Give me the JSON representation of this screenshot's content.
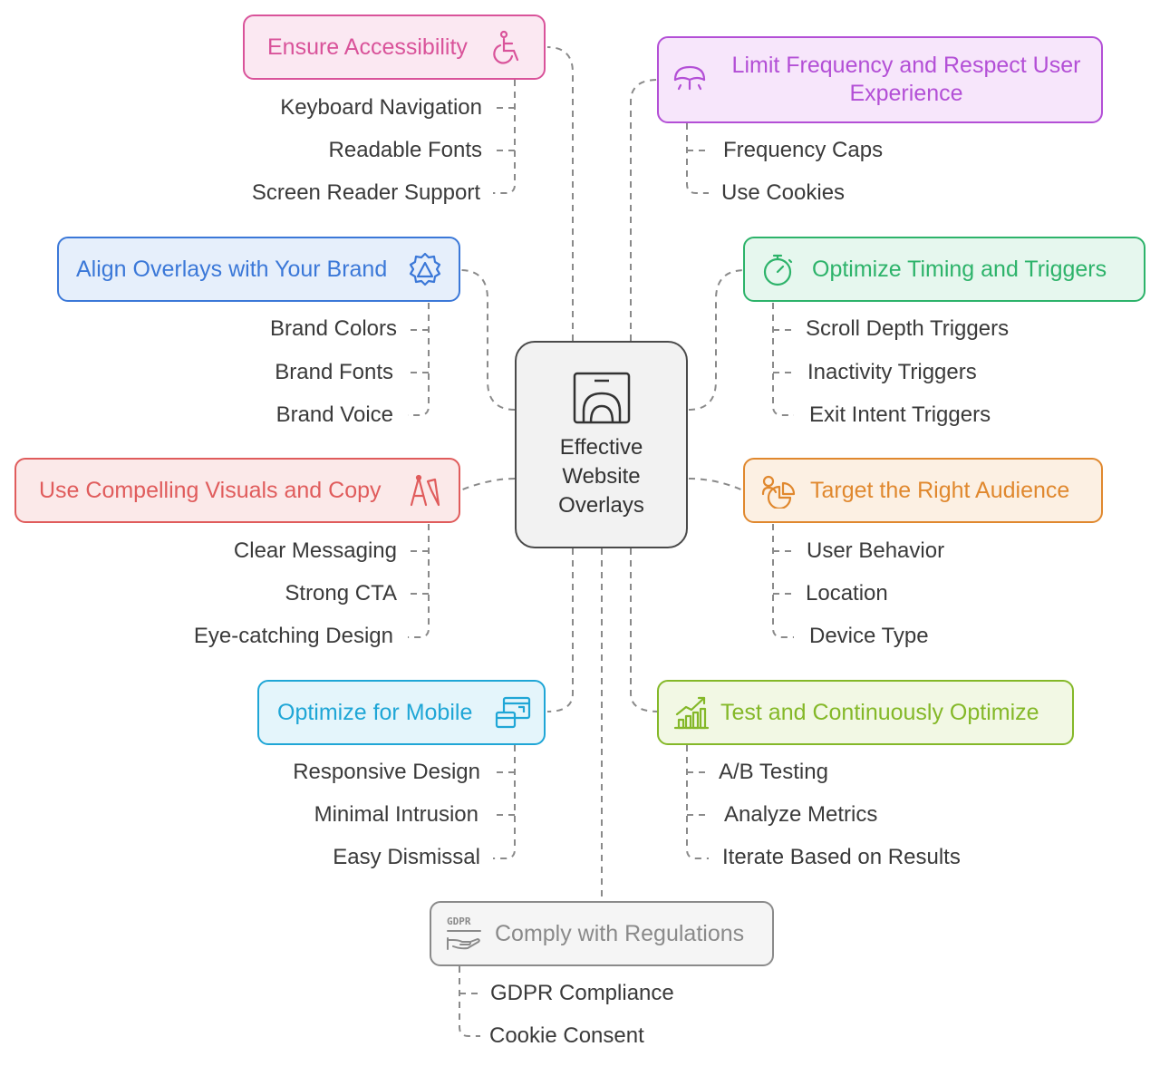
{
  "center": {
    "label_lines": [
      "Effective",
      "Website",
      "Overlays"
    ],
    "icon": "overlay-window-icon"
  },
  "branches": [
    {
      "title": "Ensure Accessibility",
      "icon": "wheelchair-icon",
      "color": "#d9539a",
      "bg": "#fbe8f2",
      "items": [
        "Keyboard Navigation",
        "Readable Fonts",
        "Screen Reader Support"
      ]
    },
    {
      "title": "Limit Frequency and Respect User Experience",
      "icon": "umbrella-icon",
      "color": "#b34fd6",
      "bg": "#f7e6fb",
      "items": [
        "Frequency Caps",
        "Use Cookies"
      ]
    },
    {
      "title": "Align Overlays with Your Brand",
      "icon": "brand-badge-icon",
      "color": "#3b78d8",
      "bg": "#e6effb",
      "items": [
        "Brand Colors",
        "Brand Fonts",
        "Brand Voice"
      ]
    },
    {
      "title": "Optimize Timing and Triggers",
      "icon": "stopwatch-icon",
      "color": "#2db36a",
      "bg": "#e6f7ee",
      "items": [
        "Scroll Depth Triggers",
        "Inactivity Triggers",
        "Exit Intent Triggers"
      ]
    },
    {
      "title": "Use Compelling Visuals and Copy",
      "icon": "design-tools-icon",
      "color": "#e05c5c",
      "bg": "#fbe9e9",
      "items": [
        "Clear Messaging",
        "Strong CTA",
        "Eye-catching Design"
      ]
    },
    {
      "title": "Target the Right Audience",
      "icon": "audience-target-icon",
      "color": "#e0882e",
      "bg": "#fcf0e3",
      "items": [
        "User Behavior",
        "Location",
        "Device Type"
      ]
    },
    {
      "title": "Optimize for Mobile",
      "icon": "responsive-devices-icon",
      "color": "#1fa6d6",
      "bg": "#e4f5fb",
      "items": [
        "Responsive Design",
        "Minimal Intrusion",
        "Easy Dismissal"
      ]
    },
    {
      "title": "Test and Continuously Optimize",
      "icon": "growth-chart-icon",
      "color": "#84b828",
      "bg": "#f2f8e4",
      "items": [
        "A/B Testing",
        "Analyze Metrics",
        "Iterate Based on Results"
      ]
    },
    {
      "title": "Comply with Regulations",
      "icon": "gdpr-hand-icon",
      "color": "#8a8a8a",
      "bg": "#f5f5f5",
      "icon_text": "GDPR",
      "items": [
        "GDPR Compliance",
        "Cookie Consent"
      ]
    }
  ]
}
